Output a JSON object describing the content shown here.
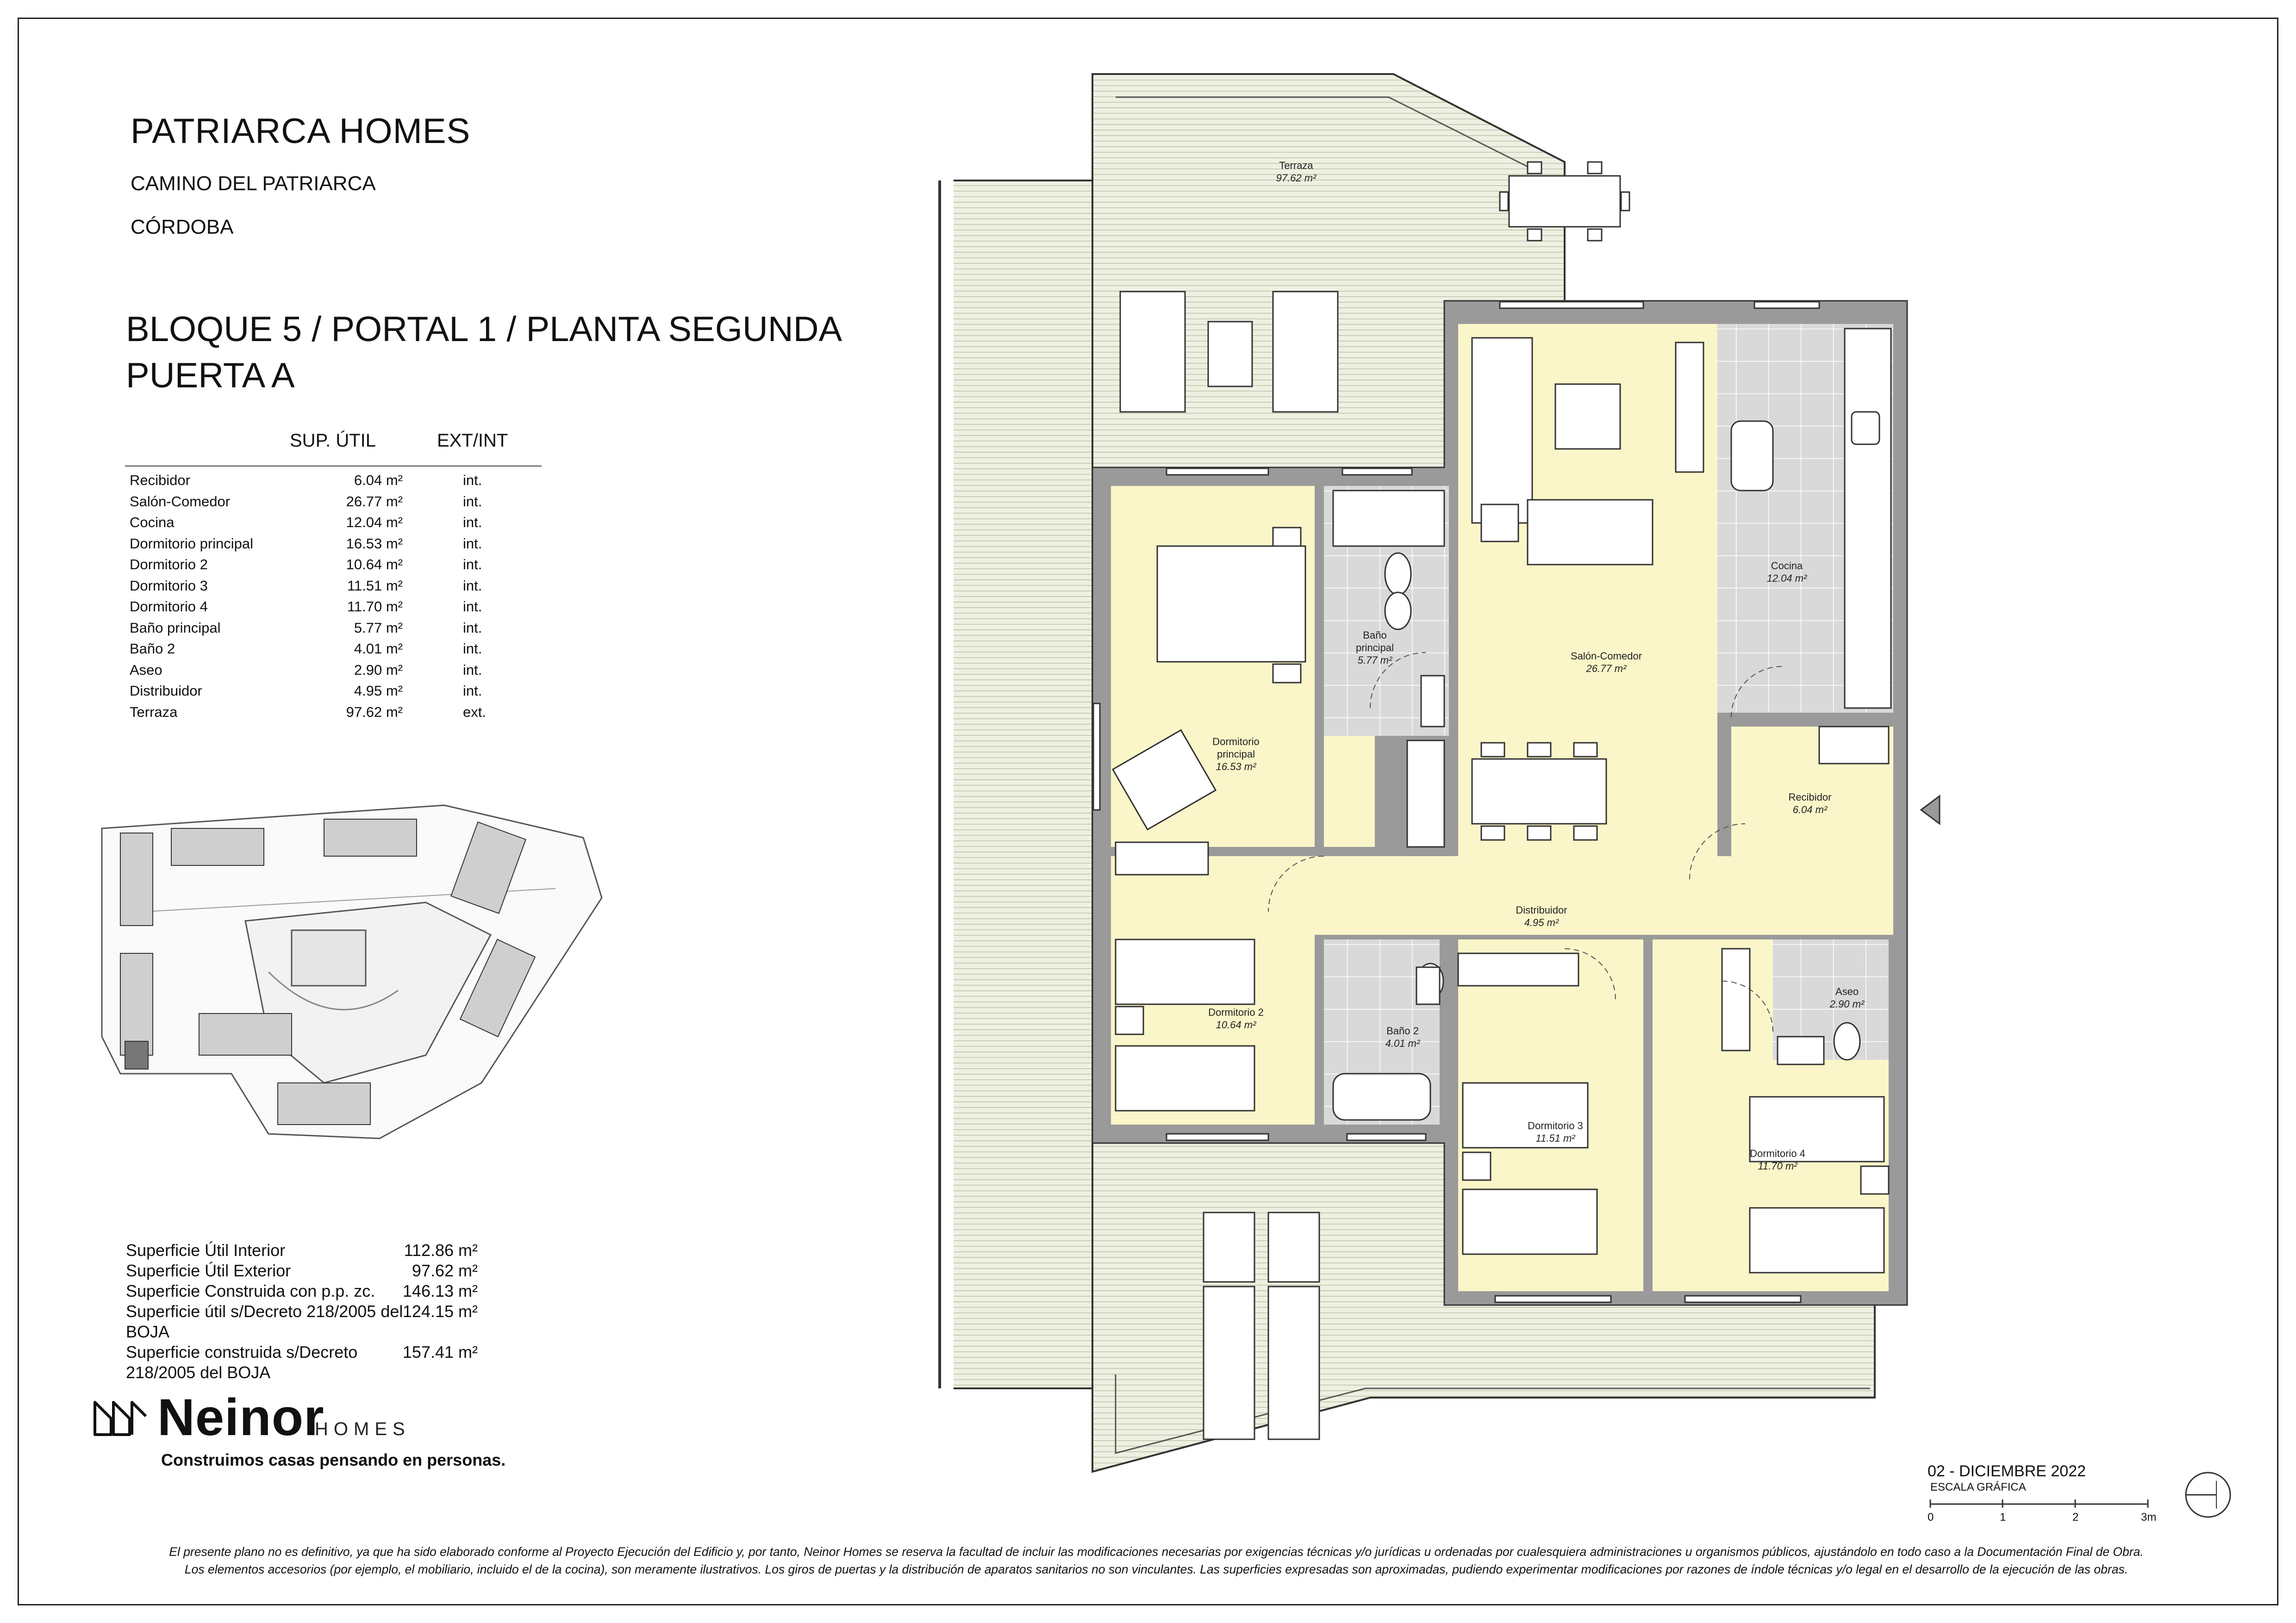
{
  "header": {
    "project": "PATRIARCA HOMES",
    "street": "CAMINO DEL PATRIARCA",
    "city": "CÓRDOBA",
    "unit_line1": "BLOQUE 5 / PORTAL 1 / PLANTA SEGUNDA",
    "unit_line2": "PUERTA A"
  },
  "table": {
    "col_area": "SUP. ÚTIL",
    "col_type": "EXT/INT",
    "rows": [
      {
        "room": "Recibidor",
        "area": "6.04 m²",
        "type": "int."
      },
      {
        "room": "Salón-Comedor",
        "area": "26.77 m²",
        "type": "int."
      },
      {
        "room": "Cocina",
        "area": "12.04 m²",
        "type": "int."
      },
      {
        "room": "Dormitorio principal",
        "area": "16.53 m²",
        "type": "int."
      },
      {
        "room": "Dormitorio 2",
        "area": "10.64 m²",
        "type": "int."
      },
      {
        "room": "Dormitorio 3",
        "area": "11.51 m²",
        "type": "int."
      },
      {
        "room": "Dormitorio 4",
        "area": "11.70 m²",
        "type": "int."
      },
      {
        "room": "Baño principal",
        "area": "5.77 m²",
        "type": "int."
      },
      {
        "room": "Baño 2",
        "area": "4.01 m²",
        "type": "int."
      },
      {
        "room": "Aseo",
        "area": "2.90 m²",
        "type": "int."
      },
      {
        "room": "Distribuidor",
        "area": "4.95 m²",
        "type": "int."
      },
      {
        "room": "Terraza",
        "area": "97.62 m²",
        "type": "ext."
      }
    ]
  },
  "summary": [
    {
      "label": "Superficie Útil Interior",
      "value": "112.86 m²"
    },
    {
      "label": "Superficie Útil Exterior",
      "value": "97.62 m²"
    },
    {
      "label": "Superficie Construida con p.p. zc.",
      "value": "146.13 m²"
    },
    {
      "label": "Superficie útil s/Decreto 218/2005 del BOJA",
      "value": "124.15 m²"
    },
    {
      "label": "Superficie construida s/Decreto 218/2005 del BOJA",
      "value": "157.41 m²"
    }
  ],
  "brand": {
    "name": "Neinor",
    "homes": "HOMES",
    "tagline": "Construimos casas pensando en personas."
  },
  "plan": {
    "rooms": {
      "terraza": {
        "name": "Terraza",
        "area": "97.62 m²"
      },
      "salon": {
        "name": "Salón-Comedor",
        "area": "26.77 m²"
      },
      "cocina": {
        "name": "Cocina",
        "area": "12.04 m²"
      },
      "bano_principal": {
        "name1": "Baño",
        "name2": "principal",
        "area": "5.77 m²"
      },
      "dormitorio_principal": {
        "name1": "Dormitorio",
        "name2": "principal",
        "area": "16.53 m²"
      },
      "recibidor": {
        "name": "Recibidor",
        "area": "6.04 m²"
      },
      "distribuidor": {
        "name": "Distribuidor",
        "area": "4.95 m²"
      },
      "dormitorio2": {
        "name": "Dormitorio 2",
        "area": "10.64 m²"
      },
      "bano2": {
        "name": "Baño 2",
        "area": "4.01 m²"
      },
      "aseo": {
        "name": "Aseo",
        "area": "2.90 m²"
      },
      "dormitorio3": {
        "name": "Dormitorio 3",
        "area": "11.51 m²"
      },
      "dormitorio4": {
        "name": "Dormitorio 4",
        "area": "11.70 m²"
      }
    }
  },
  "footer": {
    "date": "02 - DICIEMBRE 2022",
    "scale_title": "ESCALA GRÁFICA",
    "scale_ticks": [
      "0",
      "1",
      "2",
      "3m"
    ],
    "disclaimer1": "El presente plano no es definitivo, ya que ha sido elaborado conforme al Proyecto Ejecución del Edificio y, por tanto, Neinor Homes se reserva la facultad de incluir las modificaciones necesarias por exigencias técnicas y/o jurídicas u ordenadas por cualesquiera administraciones u organismos públicos, ajustándolo en todo caso a la Documentación Final de Obra.",
    "disclaimer2": "Los elementos accesorios (por ejemplo, el mobiliario, incluido el de la cocina), son meramente ilustrativos. Los giros de puertas y la distribución de aparatos sanitarios no son vinculantes. Las superficies expresadas son aproximadas, pudiendo experimentar modificaciones por razones de índole técnicas y/o legal en el desarrollo de la ejecución de las obras."
  },
  "colors": {
    "room_fill": "#fbf6c9",
    "wet_fill": "#d9d9d9",
    "wall_fill": "#9a9a9a",
    "terrace_fill": "#eef0e2"
  }
}
